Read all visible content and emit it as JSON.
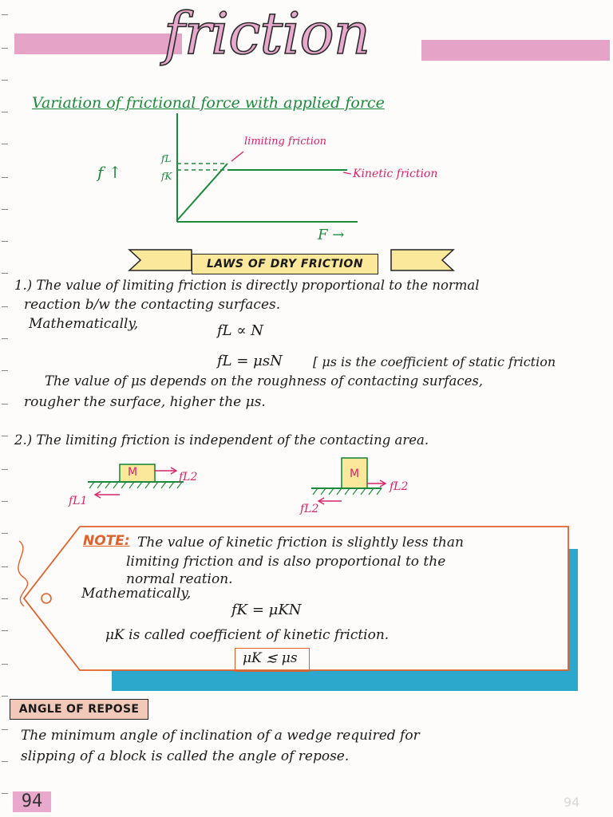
{
  "title": "friction",
  "graph": {
    "heading": "Variation of frictional force with applied force",
    "y_axis": "f ↑",
    "x_axis": "F →",
    "tick_fL": "fL",
    "tick_fK": "fK",
    "label_limiting": "limiting friction",
    "label_kinetic": "Kinetic friction"
  },
  "laws": {
    "banner": "LAWS OF DRY FRICTION",
    "law1_line1": "1.) The value of limiting friction is directly proportional to the normal",
    "law1_line2": "reaction b/w the contacting surfaces.",
    "law1_line3": "Mathematically,",
    "eq1": "fL ∝ N",
    "eq2": "fL = μsN",
    "eq2_note": "[ μs is the coefficient of static friction",
    "law1_line4": "The value of μs depends on the roughness of contacting surfaces,",
    "law1_line5": "rougher the surface, higher the μs.",
    "law2": "2.) The limiting friction is independent of the contacting area.",
    "block_label": "M",
    "left_fig_right": "fL2",
    "left_fig_left": "fL1",
    "right_fig_right": "fL2",
    "right_fig_left": "fL2"
  },
  "note": {
    "label": "NOTE:",
    "line1": "The value of kinetic friction is slightly less than",
    "line2": "limiting friction and is also proportional to the",
    "line3": "normal reation.",
    "line4": "Mathematically,",
    "eq": "fK = μKN",
    "line5": "μK is called coefficient of kinetic friction.",
    "boxed": "μK ≲ μs"
  },
  "repose": {
    "heading": "ANGLE OF REPOSE",
    "line1": "The minimum angle of inclination of a wedge required for",
    "line2": "slipping of a block is called the angle of repose."
  },
  "page_number": "94",
  "faint_number": "94",
  "colors": {
    "pink": "#e6a3c8",
    "green": "#1c8a3c",
    "magenta": "#d8246a",
    "orange": "#e0612a",
    "blue": "#2ba8cc",
    "banner_yellow": "#fbe89a"
  }
}
